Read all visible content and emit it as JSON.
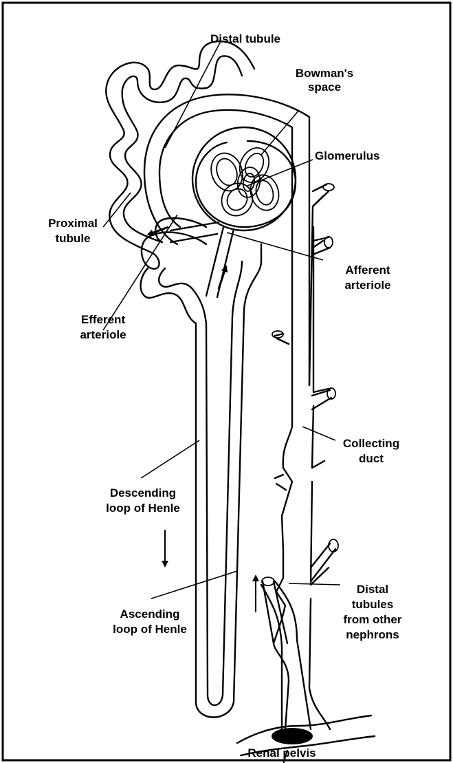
{
  "labels": {
    "distal_tubule": "Distal tubule",
    "bowmans_space_1": "Bowman's",
    "bowmans_space_2": "space",
    "glomerulus": "Glomerulus",
    "proximal_tubule_1": "Proximal",
    "proximal_tubule_2": "tubule",
    "afferent_arteriole_1": "Afferent",
    "afferent_arteriole_2": "arteriole",
    "efferent_arteriole_1": "Efferent",
    "efferent_arteriole_2": "arteriole",
    "collecting_duct_1": "Collecting",
    "collecting_duct_2": "duct",
    "descending_loop_1": "Descending",
    "descending_loop_2": "loop of Henle",
    "ascending_loop_1": "Ascending",
    "ascending_loop_2": "loop of Henle",
    "distal_tubules_other_1": "Distal",
    "distal_tubules_other_2": "tubules",
    "distal_tubules_other_3": "from other",
    "distal_tubules_other_4": "nephrons",
    "renal_pelvis": "Renal pelvis"
  }
}
